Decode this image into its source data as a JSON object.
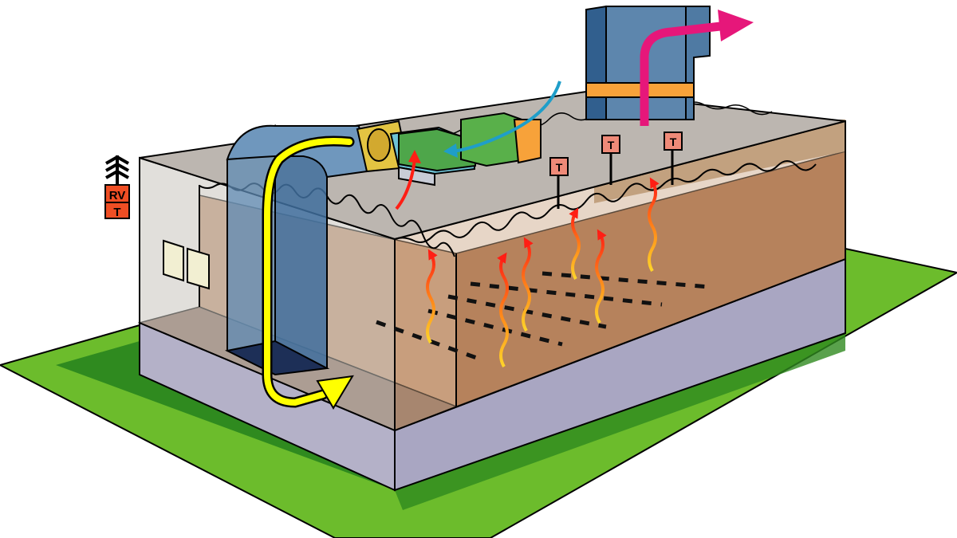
{
  "sensors": {
    "label": "T"
  },
  "monitor": {
    "top_label": "RV",
    "bottom_label": "T"
  },
  "colors": {
    "ground": "#6cbc2c",
    "ground_shadow": "#2f8a1f",
    "slab": "#b3aec8",
    "soil": "#a96f45",
    "duct": "#5d86ad",
    "supply_arrow": "#ffff00",
    "exhaust_arrow": "#e6177a",
    "intake_arrow": "#1f9ec9",
    "heat_arrow": "#ff2a14",
    "sensor": "#ef8a78",
    "monitor": "#ef4e24"
  }
}
